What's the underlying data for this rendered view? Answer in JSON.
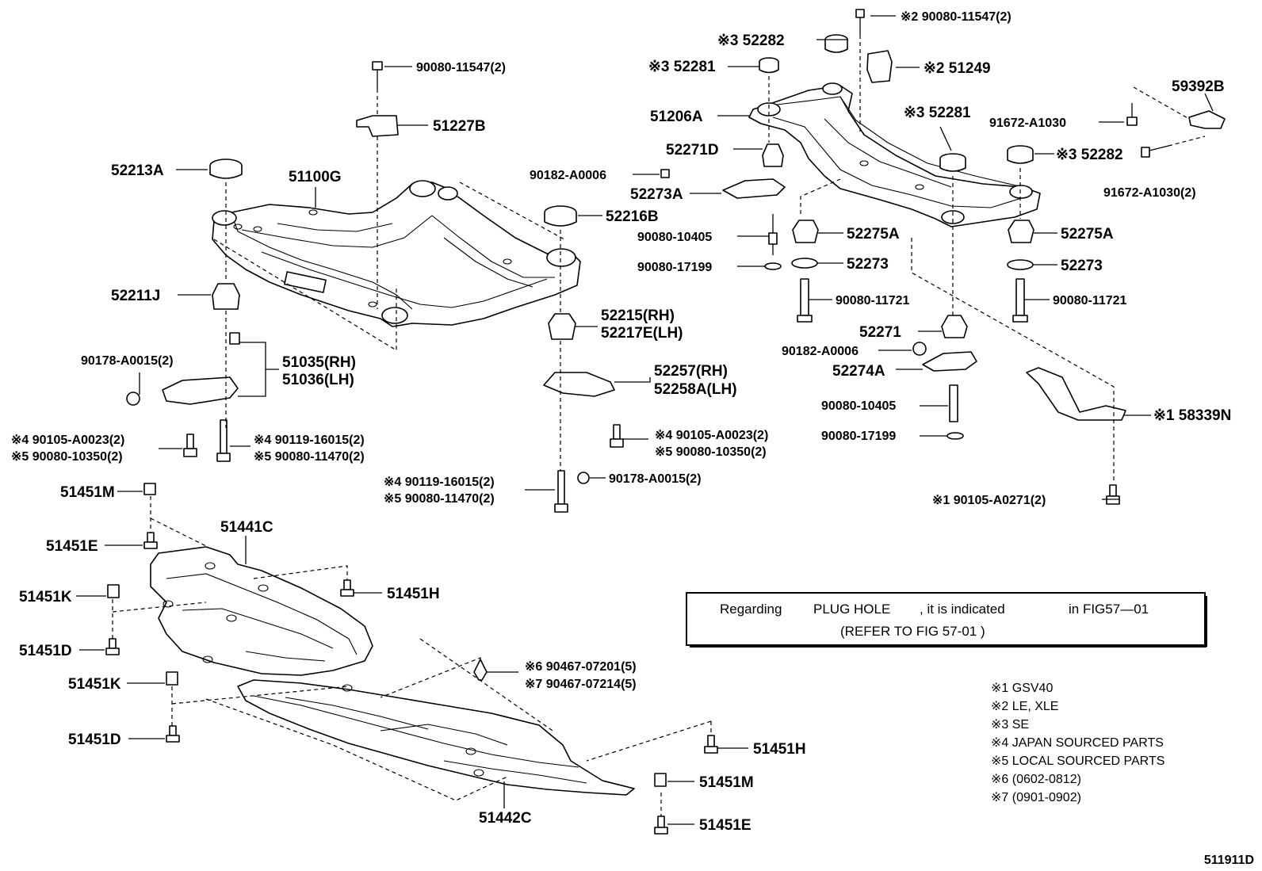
{
  "labels": {
    "l_90080_11547_top": "※2 90080-11547(2)",
    "l_52282_top": "※3 52282",
    "l_51249": "※2 51249",
    "l_52281_top": "※3 52281",
    "l_90080_11547_mid": "90080-11547(2)",
    "l_51227B": "51227B",
    "l_59392B": "59392B",
    "l_51206A": "51206A",
    "l_52281_right": "※3 52281",
    "l_91672_A1030": "91672-A1030",
    "l_52271D": "52271D",
    "l_52282_right": "※3 52282",
    "l_52213A": "52213A",
    "l_51100G": "51100G",
    "l_90182_A0006_a": "90182-A0006",
    "l_52273A": "52273A",
    "l_91672_A1030_2": "91672-A1030(2)",
    "l_52216B": "52216B",
    "l_90080_10405_a": "90080-10405",
    "l_52275A_a": "52275A",
    "l_52275A_b": "52275A",
    "l_90080_17199_a": "90080-17199",
    "l_52273_a": "52273",
    "l_52273_b": "52273",
    "l_52211J": "52211J",
    "l_90080_11721_a": "90080-11721",
    "l_90080_11721_b": "90080-11721",
    "l_52215": "52215(RH)",
    "l_52217E": "52217E(LH)",
    "l_52271": "52271",
    "l_90182_A0006_b": "90182-A0006",
    "l_90178_A0015_a": "90178-A0015(2)",
    "l_51035": "51035(RH)",
    "l_51036": "51036(LH)",
    "l_52274A": "52274A",
    "l_52257": "52257(RH)",
    "l_52258A": "52258A(LH)",
    "l_90080_10405_b": "90080-10405",
    "l_58339N": "※1 58339N",
    "l_90105_A0023_a": "※4 90105-A0023(2)",
    "l_90080_10350_a": "※5 90080-10350(2)",
    "l_90119_16015_a": "※4 90119-16015(2)",
    "l_90080_11470_a": "※5 90080-11470(2)",
    "l_90105_A0023_b": "※4 90105-A0023(2)",
    "l_90080_10350_b": "※5 90080-10350(2)",
    "l_90080_17199_b": "90080-17199",
    "l_90119_16015_b": "※4 90119-16015(2)",
    "l_90080_11470_b": "※5 90080-11470(2)",
    "l_90178_A0015_b": "90178-A0015(2)",
    "l_90105_A0271": "※1 90105-A0271(2)",
    "l_51451M_a": "51451M",
    "l_51441C": "51441C",
    "l_51451E_a": "51451E",
    "l_51451H_a": "51451H",
    "l_51451K_a": "51451K",
    "l_51451D_a": "51451D",
    "l_90467_07201": "※6 90467-07201(5)",
    "l_90467_07214": "※7 90467-07214(5)",
    "l_51451K_b": "51451K",
    "l_51451D_b": "51451D",
    "l_51451H_b": "51451H",
    "l_51451M_b": "51451M",
    "l_51442C": "51442C",
    "l_51451E_b": "51451E"
  },
  "note": {
    "line1_a": "Regarding",
    "line1_b": "PLUG  HOLE",
    "line1_c": ", it is  indicated",
    "line1_d": "in  FIG57—01",
    "line2": "(REFER TO FIG   57-01  )"
  },
  "footnotes": [
    "※1 GSV40",
    "※2 LE, XLE",
    "※3 SE",
    "※4 JAPAN SOURCED PARTS",
    "※5 LOCAL SOURCED PARTS",
    "※6 (0602-0812)",
    "※7 (0901-0902)"
  ],
  "figure_id": "511911D"
}
